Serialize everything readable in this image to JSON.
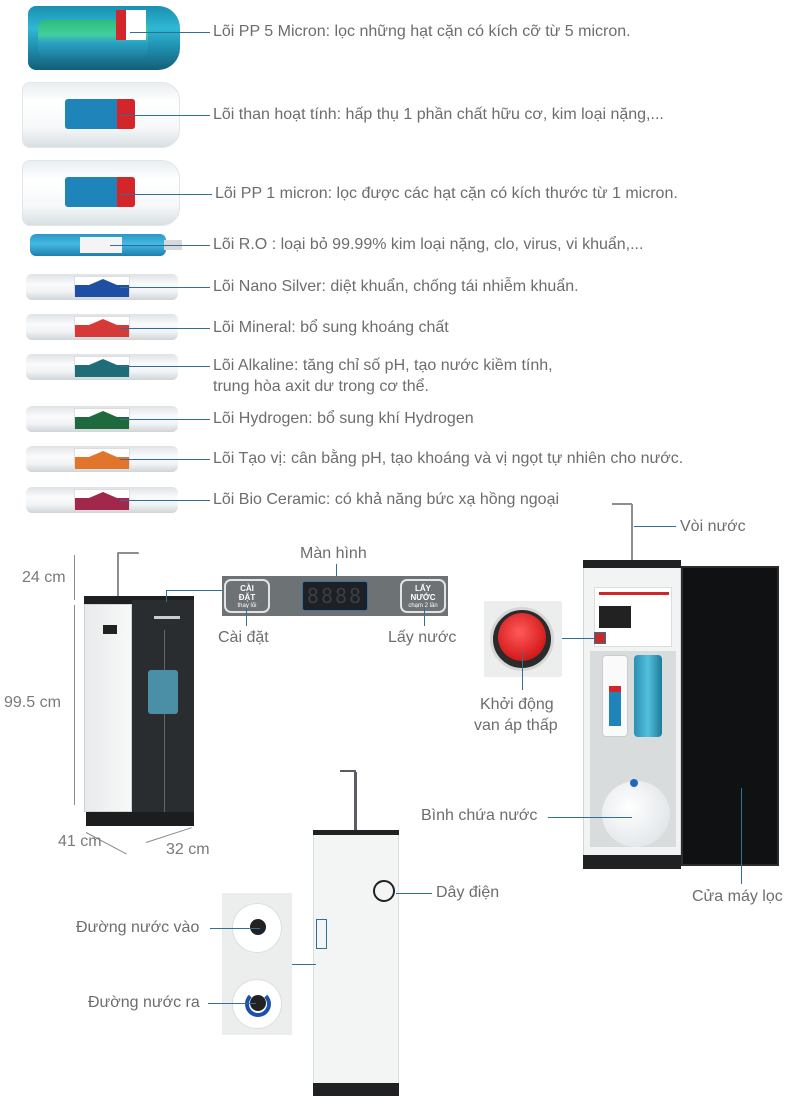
{
  "filters": [
    {
      "label": "Lõi PP 5 Micron: lọc những hạt cặn có kích cỡ từ 5 micron.",
      "type": "housing",
      "color": "#1e9bbf"
    },
    {
      "label": "Lõi than hoạt tính: hấp thụ 1 phần chất hữu cơ, kim loại nặng,...",
      "type": "housing",
      "color": "#ffffff"
    },
    {
      "label": "Lõi PP 1 micron: lọc được các hạt cặn có kích thước từ 1 micron.",
      "type": "housing",
      "color": "#ffffff"
    },
    {
      "label": "Lõi R.O : loại bỏ 99.99% kim loại nặng, clo, virus, vi khuẩn,...",
      "type": "membrane",
      "color": "#2a97c8"
    },
    {
      "label": "Lõi Nano Silver: diệt khuẩn, chống tái nhiễm khuẩn.",
      "type": "inline",
      "color": "#1f4fa3"
    },
    {
      "label": "Lõi Mineral: bổ sung khoáng chất",
      "type": "inline",
      "color": "#d63a36"
    },
    {
      "label_line1": "Lõi Alkaline: tăng chỉ số pH, tạo nước kiềm tính,",
      "label_line2": "trung hòa axit dư trong cơ thể.",
      "type": "inline",
      "color": "#1f6d78"
    },
    {
      "label": "Lõi Hydrogen: bổ sung khí Hydrogen",
      "type": "inline",
      "color": "#1f6a3c"
    },
    {
      "label": "Lõi Tạo vị: cân bằng pH, tạo khoáng và vị ngọt tự nhiên cho nước.",
      "type": "inline",
      "color": "#e2752c"
    },
    {
      "label": "Lõi Bio Ceramic: có khả năng bức xạ hồng ngoại",
      "type": "inline",
      "color": "#a1284a"
    }
  ],
  "dimensions": {
    "faucet_height": "24 cm",
    "body_height": "99.5 cm",
    "depth": "41 cm",
    "width": "32 cm"
  },
  "control_panel": {
    "title": "Màn hình",
    "display_value": "8888",
    "settings_button": {
      "line1": "CÀI",
      "line2": "ĐẶT",
      "sub": "thay lõi"
    },
    "water_button": {
      "line1": "LẤY",
      "line2": "NƯỚC",
      "sub": "chạm 2 lần"
    },
    "settings_label": "Cài đặt",
    "water_label": "Lấy nước"
  },
  "interior": {
    "faucet_label": "Vòi nước",
    "switch_label_line1": "Khởi động",
    "switch_label_line2": "van áp thấp",
    "tank_label": "Bình chứa nước",
    "door_label": "Cửa máy lọc"
  },
  "back_view": {
    "cord_label": "Dây điện",
    "inlet_label": "Đường nước vào",
    "outlet_label": "Đường nước ra"
  },
  "colors": {
    "leader_line": "#2f6f9a",
    "label_text": "#6d6d6d",
    "dimension_arrow": "#8a8a8a"
  }
}
